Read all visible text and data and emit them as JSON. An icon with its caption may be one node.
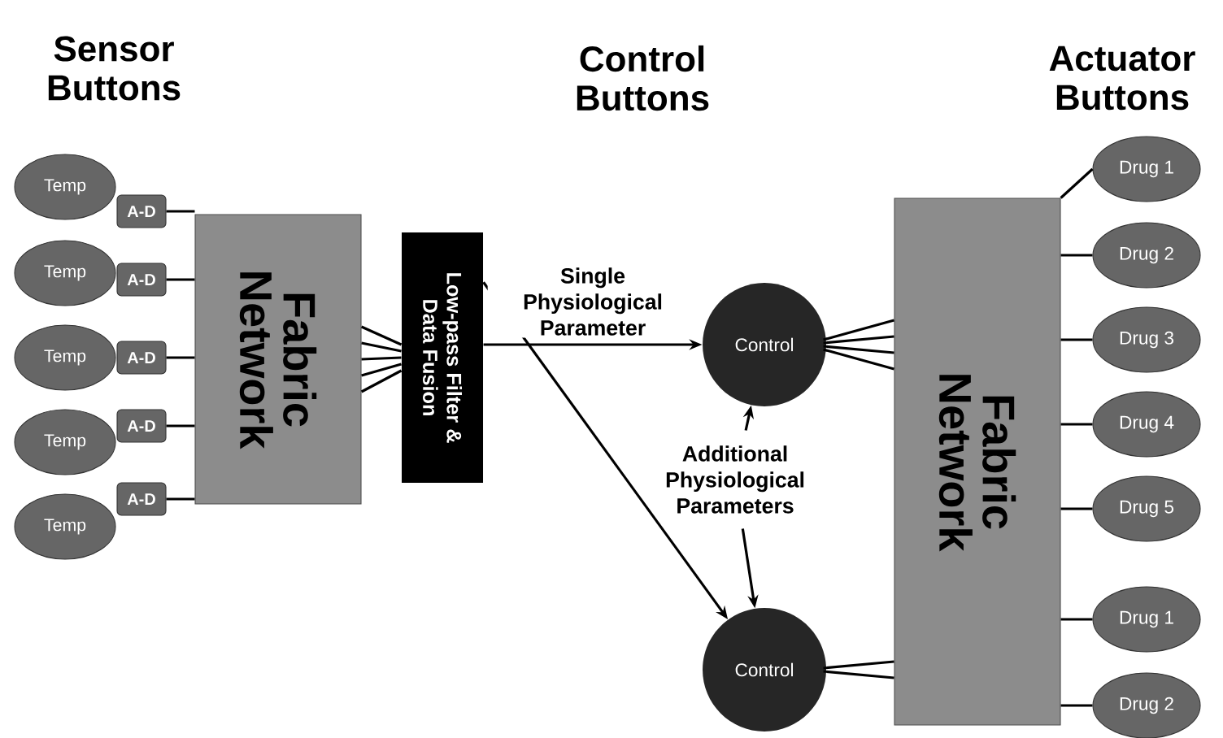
{
  "diagram": {
    "nodes": [
      {
        "text": [
          "Temp"
        ]
      },
      {
        "text": [
          "Temp"
        ]
      },
      {
        "text": [
          "Temp"
        ]
      },
      {
        "text": [
          "Temp"
        ]
      },
      {
        "text": [
          "Temp"
        ]
      },
      {
        "text": [
          "A-D"
        ]
      },
      {
        "text": [
          "A-D"
        ]
      },
      {
        "text": [
          "A-D"
        ]
      },
      {
        "text": [
          "A-D"
        ]
      },
      {
        "text": [
          "A-D"
        ]
      },
      {
        "text": [
          "Fabric Network"
        ]
      },
      {
        "text": [
          "Low-pass Filter & Data Fusion"
        ]
      },
      {
        "text": [
          "Control"
        ]
      },
      {
        "text": [
          "Additional Physiological Parameters"
        ]
      },
      {
        "text": [
          "Control"
        ]
      },
      {
        "text": [
          "Fabric Network"
        ]
      },
      {
        "text": [
          "Drug 1"
        ]
      },
      {
        "text": [
          "Drug 2"
        ]
      },
      {
        "text": [
          "Drug 3"
        ]
      },
      {
        "text": [
          "Drug 4"
        ]
      },
      {
        "text": [
          "Drug 5"
        ]
      },
      {
        "text": [
          "Drug 1"
        ]
      },
      {
        "text": [
          "Drug 2"
        ]
      }
    ],
    "edges": [
      {
        "from": 5,
        "to": 10,
        "arrow": "none"
      },
      {
        "from": 6,
        "to": 10,
        "arrow": "none"
      },
      {
        "from": 7,
        "to": 10,
        "arrow": "none"
      },
      {
        "from": 8,
        "to": 10,
        "arrow": "none"
      },
      {
        "from": 9,
        "to": 10,
        "arrow": "none"
      },
      {
        "from": 10,
        "to": 11,
        "arrow": "none"
      },
      {
        "from": 10,
        "to": 11,
        "arrow": "none"
      },
      {
        "from": 10,
        "to": 11,
        "arrow": "none"
      },
      {
        "from": 10,
        "to": 11,
        "arrow": "none"
      },
      {
        "from": 10,
        "to": 11,
        "arrow": "none"
      },
      {
        "from": 11,
        "to": 12,
        "arrow": "to",
        "label": "Single Physiological Parameter"
      },
      {
        "from": 11,
        "to": 14,
        "arrow": "to"
      },
      {
        "from": 13,
        "to": 12,
        "arrow": "to"
      },
      {
        "from": 13,
        "to": 14,
        "arrow": "to"
      },
      {
        "from": 12,
        "to": 15,
        "arrow": "none"
      },
      {
        "from": 12,
        "to": 15,
        "arrow": "none"
      },
      {
        "from": 12,
        "to": 15,
        "arrow": "none"
      },
      {
        "from": 12,
        "to": 15,
        "arrow": "none"
      },
      {
        "from": 14,
        "to": 15,
        "arrow": "none"
      },
      {
        "from": 14,
        "to": 15,
        "arrow": "none"
      },
      {
        "from": 15,
        "to": 16,
        "arrow": "none"
      },
      {
        "from": 15,
        "to": 17,
        "arrow": "none"
      },
      {
        "from": 15,
        "to": 18,
        "arrow": "none"
      },
      {
        "from": 15,
        "to": 19,
        "arrow": "none"
      },
      {
        "from": 15,
        "to": 20,
        "arrow": "none"
      },
      {
        "from": 15,
        "to": 21,
        "arrow": "none"
      },
      {
        "from": 15,
        "to": 22,
        "arrow": "none"
      }
    ],
    "labels": [
      "Sensor Buttons",
      "Control Buttons",
      "Actuator Buttons"
    ]
  }
}
